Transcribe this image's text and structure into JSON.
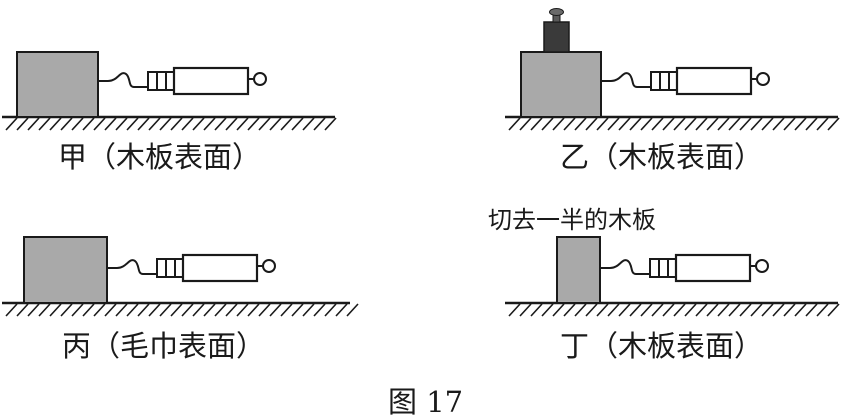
{
  "figure_label": "图 17",
  "panels": [
    {
      "id": "jia",
      "caption": "甲（木板表面）",
      "note": "",
      "has_weight": false,
      "half_block": false
    },
    {
      "id": "yi",
      "caption": "乙（木板表面）",
      "note": "",
      "has_weight": true,
      "half_block": false
    },
    {
      "id": "bing",
      "caption": "丙（毛巾表面）",
      "note": "",
      "has_weight": false,
      "half_block": false
    },
    {
      "id": "ding",
      "caption": "丁（木板表面）",
      "note": "切去一半的木板",
      "has_weight": false,
      "half_block": true
    }
  ],
  "colors": {
    "block_fill": "#a9a9a9",
    "weight_fill": "#3a3a3a",
    "line": "#1a1a1a"
  }
}
